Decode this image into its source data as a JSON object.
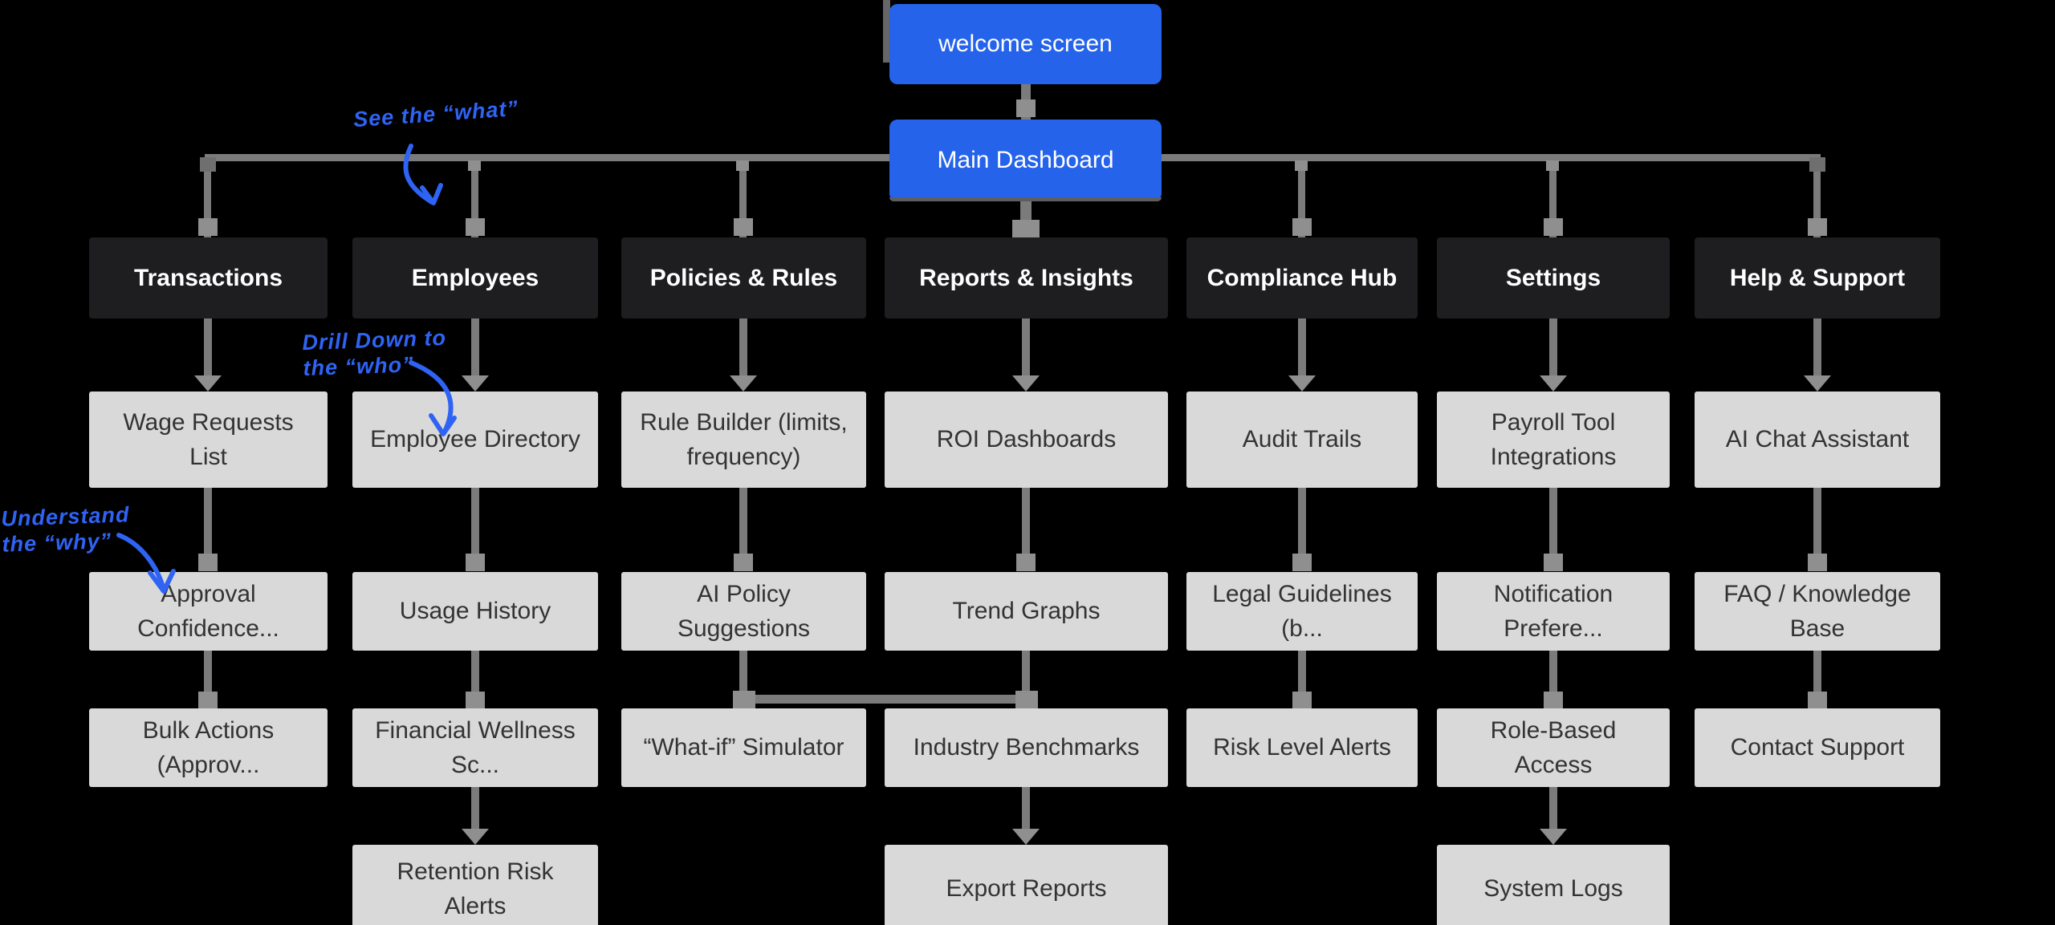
{
  "diagram": {
    "welcome": "welcome screen",
    "main_dashboard": "Main Dashboard",
    "columns": [
      {
        "header": "Transactions",
        "children": [
          "Wage Requests List",
          "Approval Confidence...",
          "Bulk Actions (Approv..."
        ]
      },
      {
        "header": "Employees",
        "children": [
          "Employee Directory",
          "Usage History",
          "Financial Wellness Sc...",
          "Retention Risk Alerts"
        ]
      },
      {
        "header": "Policies & Rules",
        "children": [
          "Rule Builder (limits, frequency)",
          "AI Policy Suggestions",
          "“What-if” Simulator"
        ]
      },
      {
        "header": "Reports & Insights",
        "children": [
          "ROI Dashboards",
          "Trend Graphs",
          "Industry Benchmarks",
          "Export Reports"
        ]
      },
      {
        "header": "Compliance Hub",
        "children": [
          "Audit Trails",
          "Legal Guidelines (b...",
          "Risk Level Alerts"
        ]
      },
      {
        "header": "Settings",
        "children": [
          "Payroll Tool Integrations",
          "Notification Prefere...",
          "Role-Based Access",
          "System Logs"
        ]
      },
      {
        "header": "Help & Support",
        "children": [
          "AI Chat Assistant",
          "FAQ / Knowledge Base",
          "Contact Support"
        ]
      }
    ]
  },
  "annotations": [
    {
      "text": "See the “what”"
    },
    {
      "text": "Drill Down to\nthe “who”"
    },
    {
      "text": "Understand\nthe “why”"
    }
  ],
  "colors": {
    "background": "#000000",
    "accent_blue": "#2563eb",
    "annotation_blue": "#2e63f4",
    "node_dark": "#1e1e20",
    "node_light": "#d9d9d9",
    "connector_gray": "#7b7b7b",
    "junction_gray": "#8f8f8f"
  }
}
